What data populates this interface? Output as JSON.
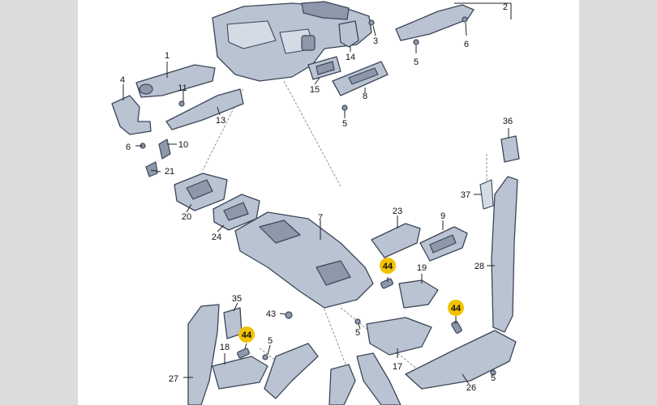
{
  "labels": {
    "l1": "1",
    "l2": "2",
    "l3": "3",
    "l4": "4",
    "l5a": "5",
    "l5b": "5",
    "l5c": "5",
    "l5d": "5",
    "l5e": "5",
    "l6a": "6",
    "l6b": "6",
    "l7": "7",
    "l8": "8",
    "l9": "9",
    "l10": "10",
    "l11": "11",
    "l13": "13",
    "l14": "14",
    "l15": "15",
    "l17": "17",
    "l18": "18",
    "l19": "19",
    "l20": "20",
    "l21": "21",
    "l23": "23",
    "l24": "24",
    "l26": "26",
    "l27": "27",
    "l28": "28",
    "l35": "35",
    "l36": "36",
    "l37": "37",
    "l43": "43",
    "l44a": "44",
    "l44b": "44",
    "l44c": "44"
  },
  "colors": {
    "highlight": "#f2c200",
    "part_fill": "#b9c3d2",
    "outline": "#3b4658"
  }
}
